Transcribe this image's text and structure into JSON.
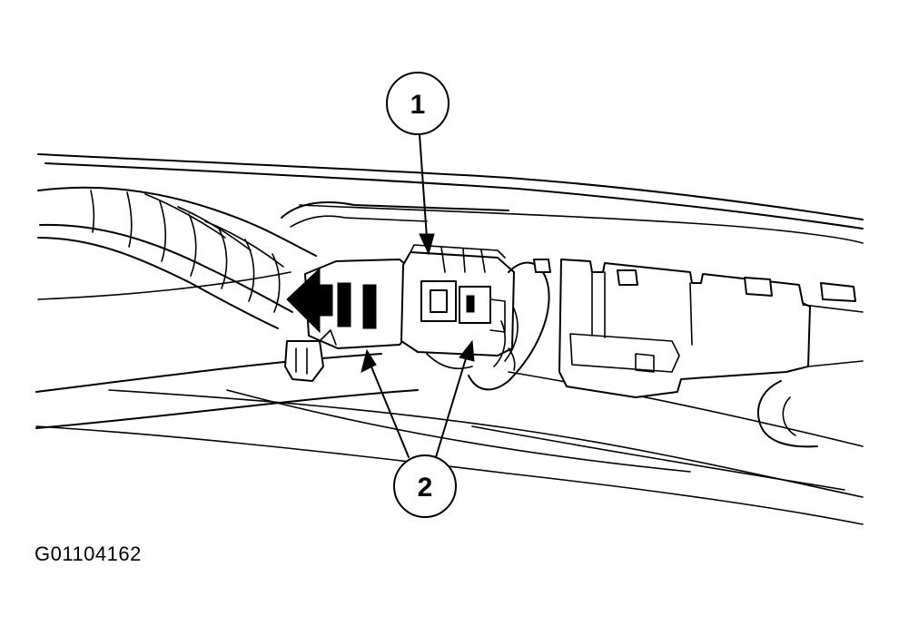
{
  "figure": {
    "id_label": "G01104162",
    "line_color": "#000000",
    "background": "#ffffff"
  },
  "callouts": [
    {
      "number": "1"
    },
    {
      "number": "2"
    }
  ]
}
